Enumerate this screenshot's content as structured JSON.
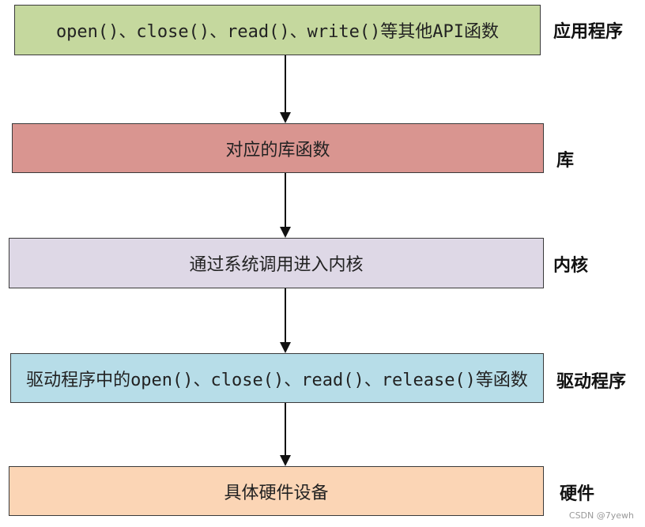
{
  "layers": [
    {
      "text": "open()、close()、read()、write()等其他API函数",
      "label": "应用程序",
      "color": "#c5d89e"
    },
    {
      "text": "对应的库函数",
      "label": "库",
      "color": "#d99590"
    },
    {
      "text": "通过系统调用进入内核",
      "label": "内核",
      "color": "#ded8e6"
    },
    {
      "text": "驱动程序中的open()、close()、read()、release()等函数",
      "label": "驱动程序",
      "color": "#b7dde8"
    },
    {
      "text": "具体硬件设备",
      "label": "硬件",
      "color": "#fbd5b5"
    }
  ],
  "watermark": "CSDN @7yewh"
}
